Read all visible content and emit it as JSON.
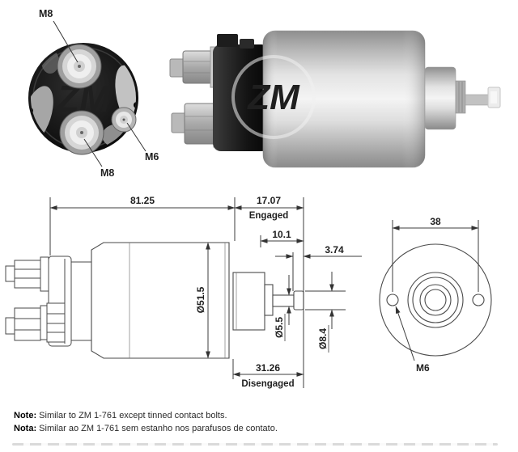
{
  "brand": {
    "watermark": "ZM"
  },
  "end_view": {
    "top_bolt_label": "M8",
    "bottom_bolt_label": "M8",
    "terminal_label": "M6"
  },
  "side_view_dims": {
    "overall_length": "81.25",
    "engaged_length": "17.07",
    "engaged_label": "Engaged",
    "plunger_stroke": "10.1",
    "tip_length": "3.74",
    "body_diameter": "Ø51.5",
    "shaft_diameter": "Ø5.5",
    "tip_diameter": "Ø8.4",
    "disengaged_length": "31.26",
    "disengaged_label": "Disengaged"
  },
  "front_view_dims": {
    "hole_spacing": "38",
    "mount_thread": "M6"
  },
  "notes": {
    "en_label": "Note:",
    "en_text": " Similar to ZM 1-761 except tinned contact bolts.",
    "pt_label": "Nota:",
    "pt_text": " Similar ao ZM 1-761 sem estanho nos parafusos de contato."
  },
  "colors": {
    "drawing_line": "#3c3c3c",
    "text": "#1a1a1a",
    "photo_black": "#111111",
    "photo_silver": "#d9d9d9"
  }
}
